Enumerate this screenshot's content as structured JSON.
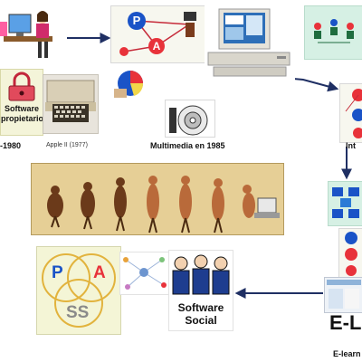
{
  "stages": {
    "s1": {
      "software_line1": "Software",
      "software_line2": "propietario",
      "period": "-1980",
      "apple": "Apple II (1977)"
    },
    "s2": {
      "caption": "Multimedia en 1985",
      "circle_p": "P",
      "circle_a": "A"
    },
    "s3": {
      "caption": "Int"
    },
    "s4": {
      "caption": "E-learn",
      "big": "E-L"
    },
    "s5": {
      "venn_p": "P",
      "venn_a": "A",
      "venn_ss": "SS",
      "software_line1": "Software",
      "software_line2": "Social"
    }
  },
  "colors": {
    "arrow": "#1f2f63",
    "accent_red": "#e8323a",
    "accent_blue": "#1a53c7",
    "venn_bg": "#f4f5d6",
    "network": "#d6f0e4"
  }
}
